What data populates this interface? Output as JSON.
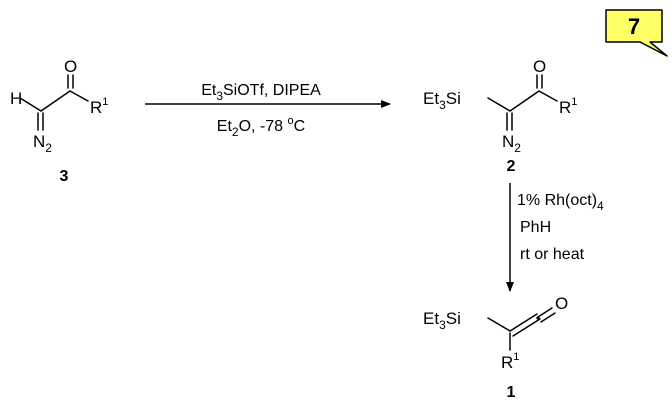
{
  "badge": {
    "label": "7",
    "color": "#ffff66"
  },
  "compound3": {
    "number": "3",
    "H": "H",
    "O": "O",
    "R": "R",
    "R_sup": "1",
    "N": "N",
    "N_sub": "2"
  },
  "arrow1": {
    "reagent_a": "Et",
    "reagent_a_sub": "3",
    "reagent_b": "SiOTf, DIPEA",
    "solvent_a": "Et",
    "solvent_a_sub": "2",
    "solvent_b": "O, -78 ",
    "temp_sup": "o",
    "temp_unit": "C"
  },
  "compound2": {
    "number": "2",
    "Et": "Et",
    "Et_sub": "3",
    "Si": "Si",
    "O": "O",
    "R": "R",
    "R_sup": "1",
    "N": "N",
    "N_sub": "2"
  },
  "arrow2": {
    "line1_a": "1% Rh(oct)",
    "line1_sub": "4",
    "line2": "PhH",
    "line3": "rt or heat"
  },
  "compound1": {
    "number": "1",
    "Et": "Et",
    "Et_sub": "3",
    "Si": "Si",
    "O": "O",
    "R": "R",
    "R_sup": "1"
  }
}
